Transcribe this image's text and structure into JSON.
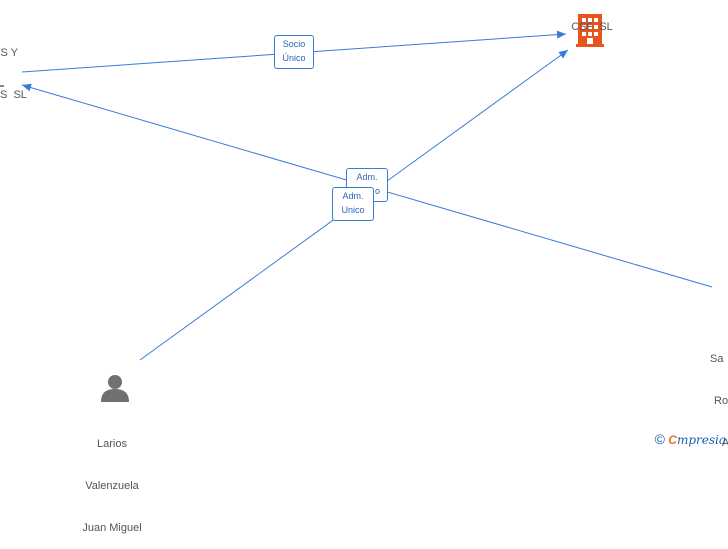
{
  "nodes": {
    "company_left": {
      "line1": "S Y",
      "line2": "S  SL"
    },
    "company_top": {
      "label": "CSF  SL"
    },
    "person_bottom_left": {
      "line1": "Larios",
      "line2": "Valenzuela",
      "line3": "Juan Miguel"
    },
    "person_right": {
      "line1": "Sa",
      "line2": "Ro",
      "line3": "A"
    }
  },
  "edges": {
    "socio_unico": {
      "line1": "Socio",
      "line2": "Único"
    },
    "adm_back": {
      "line1": "Adm.",
      "line2": "o"
    },
    "adm_unico": {
      "line1": "Adm.",
      "line2": "Unico"
    }
  },
  "footer": {
    "copyright": "©",
    "brand_first": "C",
    "brand_rest": "mpresia"
  },
  "colors": {
    "edge": "#3a7bd5",
    "company_icon": "#e8541e",
    "person_icon": "#707070"
  }
}
